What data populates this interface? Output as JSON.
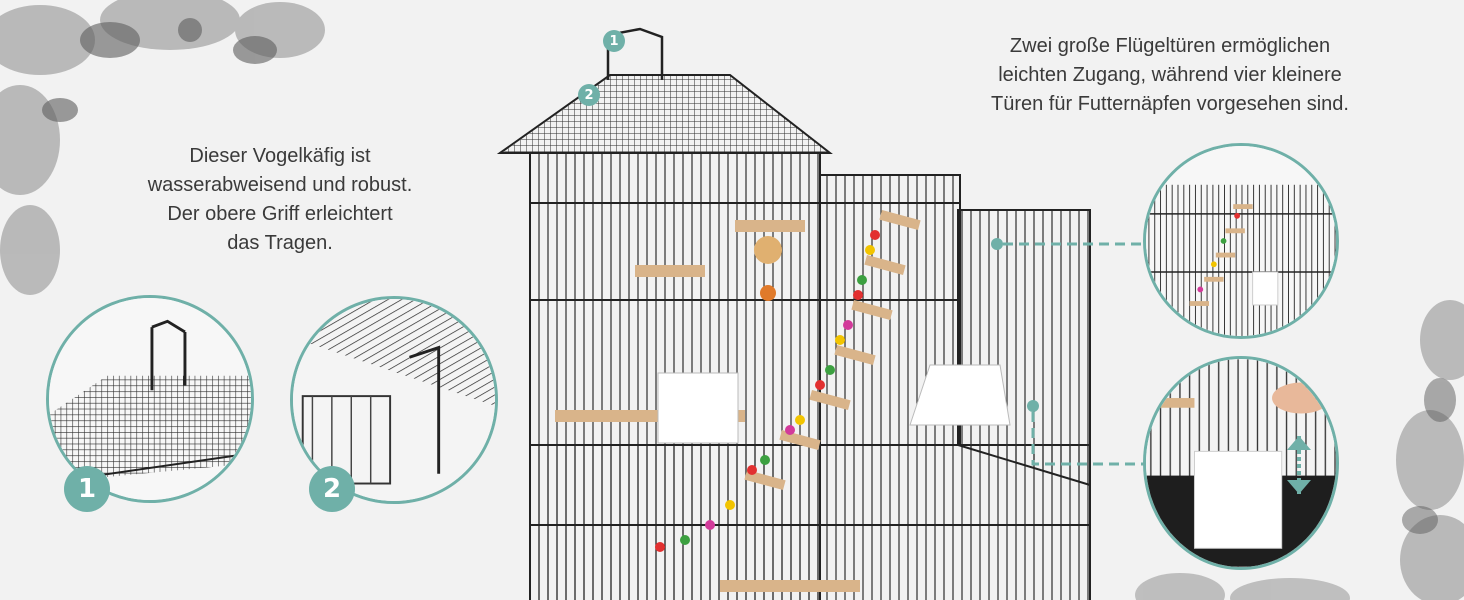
{
  "colors": {
    "accent": "#6fb0a8",
    "background": "#f2f2f2",
    "wire": "#2b2b2b",
    "wood": "#d9b48a",
    "feeder": "#ffffff"
  },
  "left_caption": {
    "lines": [
      "Dieser Vogelkäfig ist",
      "wasserabweisend und robust.",
      "Der obere Griff erleichtert",
      "das Tragen."
    ]
  },
  "right_caption": {
    "lines": [
      "Zwei große Flügeltüren ermöglichen",
      "leichten Zugang, während vier kleinere",
      "Türen für Futternäpfen vorgesehen sind."
    ]
  },
  "badges": {
    "handle": "1",
    "roof_latch": "2"
  },
  "icons": {
    "decor_top_left": "bird-flower-illustration",
    "decor_right": "flower-illustration",
    "arrow": "up-down-arrow-icon"
  }
}
